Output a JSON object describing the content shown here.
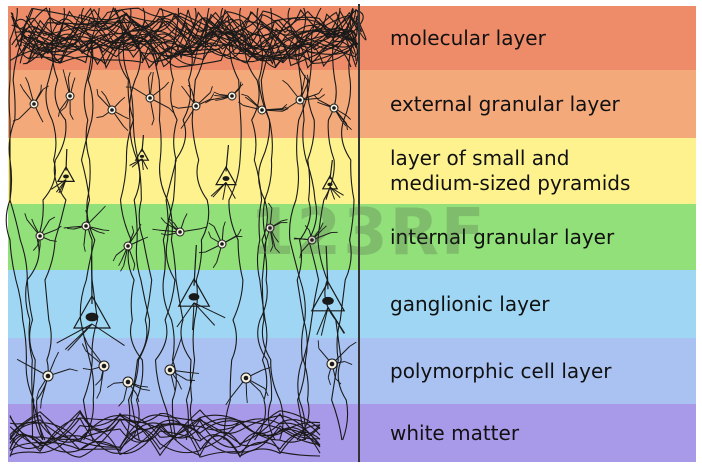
{
  "layers": [
    {
      "label": "molecular layer",
      "color": "#ee8c69"
    },
    {
      "label": "external granular layer",
      "color": "#f4a97b"
    },
    {
      "label": "layer of small and\nmedium-sized pyramids",
      "color": "#fdf28d"
    },
    {
      "label": "internal granular layer",
      "color": "#92e07a"
    },
    {
      "label": "ganglionic layer",
      "color": "#9ed6f4"
    },
    {
      "label": "polymorphic cell layer",
      "color": "#a9c2f2"
    },
    {
      "label": "white matter",
      "color": "#a99ae9"
    }
  ],
  "watermark": "123RF"
}
